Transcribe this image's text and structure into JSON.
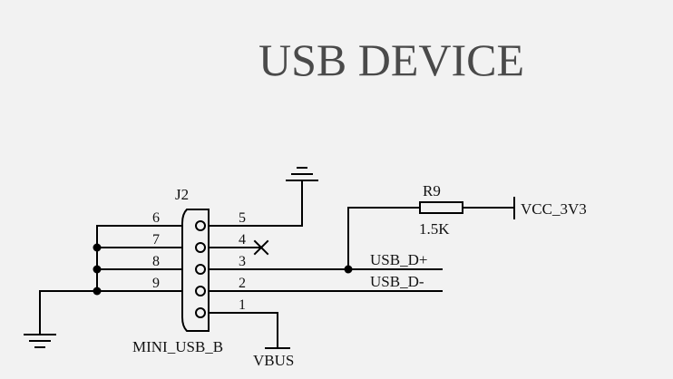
{
  "title": "USB DEVICE",
  "connector": {
    "designator": "J2",
    "part": "MINI_USB_B",
    "pins": [
      "1",
      "2",
      "3",
      "4",
      "5",
      "6",
      "7",
      "8",
      "9"
    ]
  },
  "resistor": {
    "designator": "R9",
    "value": "1.5K"
  },
  "nets": {
    "vcc": "VCC_3V3",
    "vbus": "VBUS",
    "dplus": "USB_D+",
    "dminus": "USB_D-"
  },
  "colors": {
    "background": "#f2f2f2",
    "wire": "#000000",
    "title": "#4a4a4a"
  }
}
